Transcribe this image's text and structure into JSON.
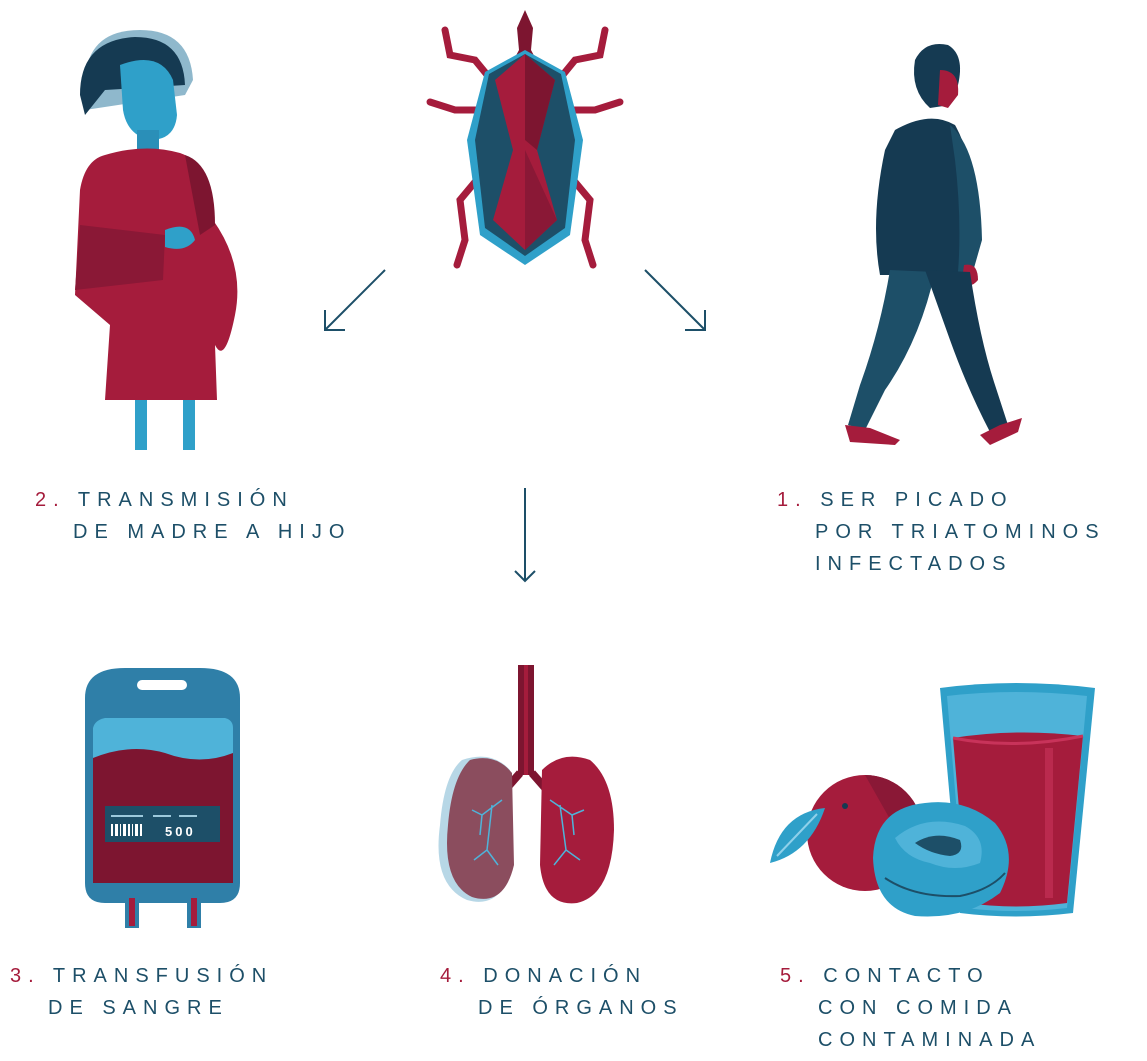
{
  "colors": {
    "navy": "#1d4f68",
    "crimson": "#a51c3c",
    "dark_red": "#7d1530",
    "light_blue": "#2fa0c9",
    "sky": "#4fb3d9",
    "dark_navy": "#153a52"
  },
  "steps": [
    {
      "num": "1.",
      "lines": [
        "SER PICADO",
        "POR TRIATOMINOS",
        "INFECTADOS"
      ]
    },
    {
      "num": "2.",
      "lines": [
        "TRANSMISIÓN",
        "DE MADRE A HIJO"
      ]
    },
    {
      "num": "3.",
      "lines": [
        "TRANSFUSIÓN",
        "DE SANGRE"
      ]
    },
    {
      "num": "4.",
      "lines": [
        "DONACIÓN",
        "DE ÓRGANOS"
      ]
    },
    {
      "num": "5.",
      "lines": [
        "CONTACTO",
        "CON COMIDA",
        "CONTAMINADA"
      ]
    }
  ],
  "blood_bag": {
    "volume_label": "500"
  },
  "icons": {
    "insect": "triatomine-bug-icon",
    "pregnant_woman": "pregnant-woman-icon",
    "walking_man": "walking-man-icon",
    "blood_bag": "blood-bag-icon",
    "lungs": "lungs-icon",
    "food": "contaminated-food-icon"
  }
}
